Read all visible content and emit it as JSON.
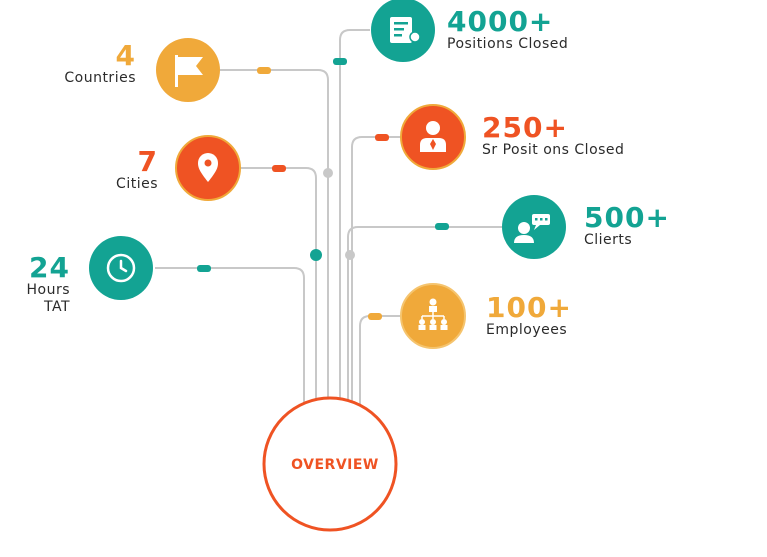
{
  "colors": {
    "teal": "#13a393",
    "orange": "#f0a93a",
    "red": "#ef5323",
    "gray": "#c8c8c8"
  },
  "stats": [
    {
      "id": "countries",
      "value": "4",
      "label": "Countries",
      "color": "#f0a93a",
      "icon": "flag-icon"
    },
    {
      "id": "cities",
      "value": "7",
      "label": "Cities",
      "color": "#ef5323",
      "icon": "location-pin-icon"
    },
    {
      "id": "hours",
      "value": "24",
      "label_line1": "Hours",
      "label_line2": "TAT",
      "color": "#13a393",
      "icon": "clock-icon"
    },
    {
      "id": "positions",
      "value": "4000+",
      "label": "Positions Closed",
      "color": "#13a393",
      "icon": "document-icon"
    },
    {
      "id": "sr-positions",
      "value": "250+",
      "label": "Sr Posit ons Closed",
      "color": "#ef5323",
      "icon": "executive-icon"
    },
    {
      "id": "clients",
      "value": "500+",
      "label": "Clierts",
      "color": "#13a393",
      "icon": "chat-person-icon"
    },
    {
      "id": "employees",
      "value": "100+",
      "label": "Employees",
      "color": "#f0a93a",
      "icon": "org-chart-icon"
    }
  ],
  "center": {
    "label": "OVERVIEW"
  }
}
